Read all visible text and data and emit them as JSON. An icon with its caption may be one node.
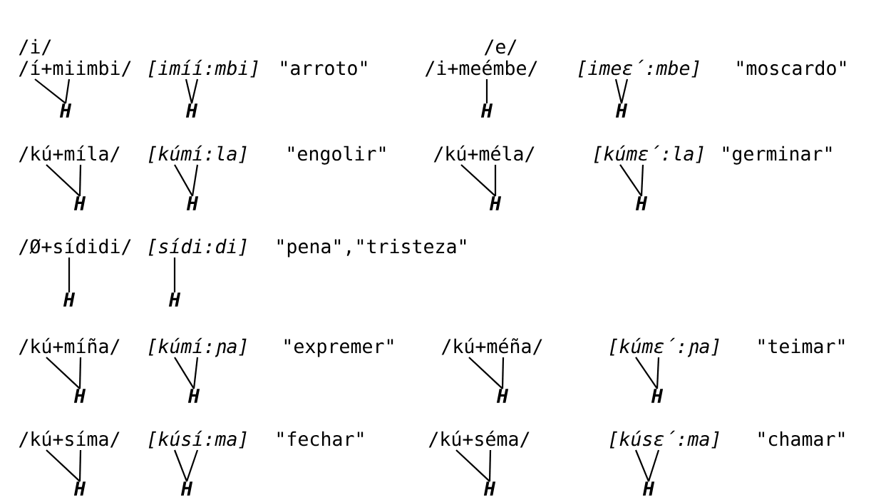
{
  "diagram": {
    "nodes": [
      {
        "text": [
          "/í+miimbi/"
        ]
      },
      {
        "text": [
          "[imíí:mbi]"
        ]
      },
      {
        "text": [
          "/i+meémbe/"
        ]
      },
      {
        "text": [
          "[imeɛ́:mbe]"
        ]
      },
      {
        "text": [
          "H"
        ]
      },
      {
        "text": [
          "H"
        ]
      },
      {
        "text": [
          "H"
        ]
      },
      {
        "text": [
          "H"
        ]
      },
      {
        "text": [
          "/kú+míla/"
        ]
      },
      {
        "text": [
          "[kúmí:la]"
        ]
      },
      {
        "text": [
          "/kú+méla/"
        ]
      },
      {
        "text": [
          "[kúmɛ́:la]"
        ]
      },
      {
        "text": [
          "H"
        ]
      },
      {
        "text": [
          "H"
        ]
      },
      {
        "text": [
          "H"
        ]
      },
      {
        "text": [
          "H"
        ]
      },
      {
        "text": [
          "/Ø+sídidi/"
        ]
      },
      {
        "text": [
          "[sídi:di]"
        ]
      },
      {
        "text": [
          "H"
        ]
      },
      {
        "text": [
          "H"
        ]
      },
      {
        "text": [
          "/kú+míña/"
        ]
      },
      {
        "text": [
          "[kúmí:ɲa]"
        ]
      },
      {
        "text": [
          "/kú+méña/"
        ]
      },
      {
        "text": [
          "[kúmɛ́:ɲa]"
        ]
      },
      {
        "text": [
          "H"
        ]
      },
      {
        "text": [
          "H"
        ]
      },
      {
        "text": [
          "H"
        ]
      },
      {
        "text": [
          "H"
        ]
      },
      {
        "text": [
          "/kú+síma/"
        ]
      },
      {
        "text": [
          "[kúsí:ma]"
        ]
      },
      {
        "text": [
          "/kú+séma/"
        ]
      },
      {
        "text": [
          "[kúsɛ́:ma]"
        ]
      },
      {
        "text": [
          "H"
        ]
      },
      {
        "text": [
          "H"
        ]
      },
      {
        "text": [
          "H"
        ]
      },
      {
        "text": [
          "H"
        ]
      }
    ],
    "edges": [
      {
        "from": 4,
        "to": 0,
        "arrow": "none"
      },
      {
        "from": 4,
        "to": 0,
        "arrow": "none"
      },
      {
        "from": 5,
        "to": 1,
        "arrow": "none"
      },
      {
        "from": 5,
        "to": 1,
        "arrow": "none"
      },
      {
        "from": 6,
        "to": 2,
        "arrow": "none"
      },
      {
        "from": 7,
        "to": 3,
        "arrow": "none"
      },
      {
        "from": 7,
        "to": 3,
        "arrow": "none"
      },
      {
        "from": 12,
        "to": 8,
        "arrow": "none"
      },
      {
        "from": 12,
        "to": 8,
        "arrow": "none"
      },
      {
        "from": 13,
        "to": 9,
        "arrow": "none"
      },
      {
        "from": 13,
        "to": 9,
        "arrow": "none"
      },
      {
        "from": 14,
        "to": 10,
        "arrow": "none"
      },
      {
        "from": 14,
        "to": 10,
        "arrow": "none"
      },
      {
        "from": 15,
        "to": 11,
        "arrow": "none"
      },
      {
        "from": 15,
        "to": 11,
        "arrow": "none"
      },
      {
        "from": 18,
        "to": 16,
        "arrow": "none"
      },
      {
        "from": 19,
        "to": 17,
        "arrow": "none"
      },
      {
        "from": 24,
        "to": 20,
        "arrow": "none"
      },
      {
        "from": 24,
        "to": 20,
        "arrow": "none"
      },
      {
        "from": 25,
        "to": 21,
        "arrow": "none"
      },
      {
        "from": 25,
        "to": 21,
        "arrow": "none"
      },
      {
        "from": 26,
        "to": 22,
        "arrow": "none"
      },
      {
        "from": 26,
        "to": 22,
        "arrow": "none"
      },
      {
        "from": 27,
        "to": 23,
        "arrow": "none"
      },
      {
        "from": 27,
        "to": 23,
        "arrow": "none"
      },
      {
        "from": 32,
        "to": 28,
        "arrow": "none"
      },
      {
        "from": 32,
        "to": 28,
        "arrow": "none"
      },
      {
        "from": 33,
        "to": 29,
        "arrow": "none"
      },
      {
        "from": 33,
        "to": 29,
        "arrow": "none"
      },
      {
        "from": 34,
        "to": 30,
        "arrow": "none"
      },
      {
        "from": 34,
        "to": 30,
        "arrow": "none"
      },
      {
        "from": 35,
        "to": 31,
        "arrow": "none"
      },
      {
        "from": 35,
        "to": 31,
        "arrow": "none"
      }
    ],
    "labels": [
      "/i/",
      "/e/",
      "\"arroto\"",
      "\"moscardo\"",
      "\"engolir\"",
      "\"germinar\"",
      "\"pena\",\"tristeza\"",
      "\"expremer\"",
      "\"teimar\"",
      "\"fechar\"",
      "\"chamar\""
    ]
  }
}
